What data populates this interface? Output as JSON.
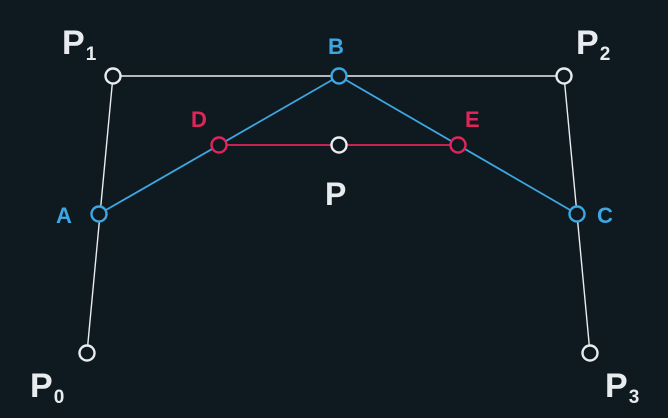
{
  "colors": {
    "background": "#0f1a20",
    "white": "#e9ecef",
    "blue": "#3ea6e0",
    "red": "#e2245a"
  },
  "points": {
    "P0": {
      "label": "P",
      "sub": "0",
      "color": "white"
    },
    "P1": {
      "label": "P",
      "sub": "1",
      "color": "white"
    },
    "P2": {
      "label": "P",
      "sub": "2",
      "color": "white"
    },
    "P3": {
      "label": "P",
      "sub": "3",
      "color": "white"
    },
    "A": {
      "label": "A",
      "color": "blue"
    },
    "B": {
      "label": "B",
      "color": "blue"
    },
    "C": {
      "label": "C",
      "color": "blue"
    },
    "D": {
      "label": "D",
      "color": "red"
    },
    "E": {
      "label": "E",
      "color": "red"
    },
    "P": {
      "label": "P",
      "color": "white"
    }
  },
  "segments": [
    {
      "from": "P0",
      "to": "P1",
      "color": "white"
    },
    {
      "from": "P1",
      "to": "P2",
      "color": "white"
    },
    {
      "from": "P2",
      "to": "P3",
      "color": "white"
    },
    {
      "from": "A",
      "to": "B",
      "color": "blue"
    },
    {
      "from": "B",
      "to": "C",
      "color": "blue"
    },
    {
      "from": "D",
      "to": "E",
      "color": "red"
    }
  ]
}
